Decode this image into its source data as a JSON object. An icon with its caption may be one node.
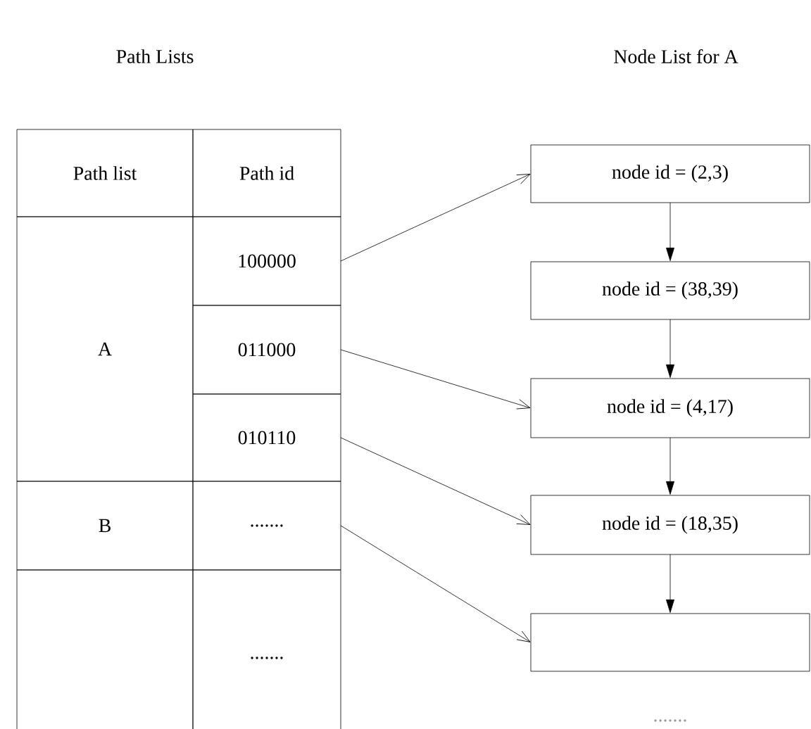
{
  "diagram": {
    "nodes": [
      {
        "text": [
          "Path list"
        ]
      },
      {
        "text": [
          "Path id"
        ]
      },
      {
        "text": [
          "A"
        ]
      },
      {
        "text": [
          "100000"
        ]
      },
      {
        "text": [
          "011000"
        ]
      },
      {
        "text": [
          "010110"
        ]
      },
      {
        "text": [
          "B"
        ]
      },
      {
        "text": [
          "......."
        ]
      },
      {
        "text": [],
        "shape": "box"
      },
      {
        "text": [
          "......."
        ]
      },
      {
        "text": [
          "node id = (2,3)"
        ]
      },
      {
        "text": [
          "node id = (38,39)"
        ]
      },
      {
        "text": [
          "node id = (4,17)"
        ]
      },
      {
        "text": [
          "node id = (18,35)"
        ]
      },
      {
        "text": [],
        "shape": "box"
      }
    ],
    "edges": [
      {
        "from": 3,
        "to": 10,
        "arrow": "to"
      },
      {
        "from": 4,
        "to": 12,
        "arrow": "to"
      },
      {
        "from": 5,
        "to": 13,
        "arrow": "to"
      },
      {
        "from": 7,
        "to": 14,
        "arrow": "to"
      },
      {
        "from": 10,
        "to": 11,
        "arrow": "to"
      },
      {
        "from": 11,
        "to": 12,
        "arrow": "to"
      },
      {
        "from": 12,
        "to": 13,
        "arrow": "to"
      },
      {
        "from": 13,
        "to": 14,
        "arrow": "to"
      }
    ],
    "labels": [
      "Path Lists",
      "Node List for A",
      "......."
    ]
  }
}
